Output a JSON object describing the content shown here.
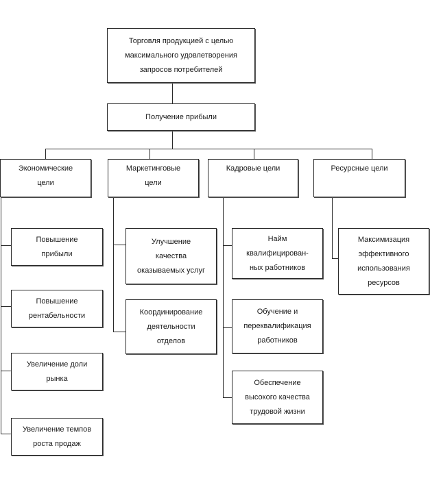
{
  "diagram": {
    "root": {
      "lines": [
        "Торговля продукцией с целью",
        "максимального удовлетворения",
        "запросов потребителей"
      ]
    },
    "level2": {
      "lines": [
        "Получение прибыли"
      ]
    },
    "categories": [
      {
        "id": "economic",
        "lines": [
          "Экономические",
          "цели"
        ],
        "children": [
          {
            "lines": [
              "Повышение",
              "прибыли"
            ]
          },
          {
            "lines": [
              "Повышение",
              "рентабельности"
            ]
          },
          {
            "lines": [
              "Увеличение доли",
              "рынка"
            ]
          },
          {
            "lines": [
              "Увеличение темпов",
              "роста продаж"
            ]
          }
        ]
      },
      {
        "id": "marketing",
        "lines": [
          "Маркетинговые",
          "цели"
        ],
        "children": [
          {
            "lines": [
              "Улучшение",
              "качества",
              "оказываемых услуг"
            ]
          },
          {
            "lines": [
              "Координирование",
              "деятельности",
              "отделов"
            ]
          }
        ]
      },
      {
        "id": "hr",
        "lines": [
          "Кадровые цели"
        ],
        "children": [
          {
            "lines": [
              "Найм",
              "квалифицирован-",
              "ных работников"
            ]
          },
          {
            "lines": [
              "Обучение и",
              "переквалификация",
              "работников"
            ]
          },
          {
            "lines": [
              "Обеспечение",
              "высокого качества",
              "трудовой жизни"
            ]
          }
        ]
      },
      {
        "id": "resources",
        "lines": [
          "Ресурсные цели"
        ],
        "children": [
          {
            "lines": [
              "Максимизация",
              "эффективного",
              "использования",
              "ресурсов"
            ]
          }
        ]
      }
    ]
  }
}
